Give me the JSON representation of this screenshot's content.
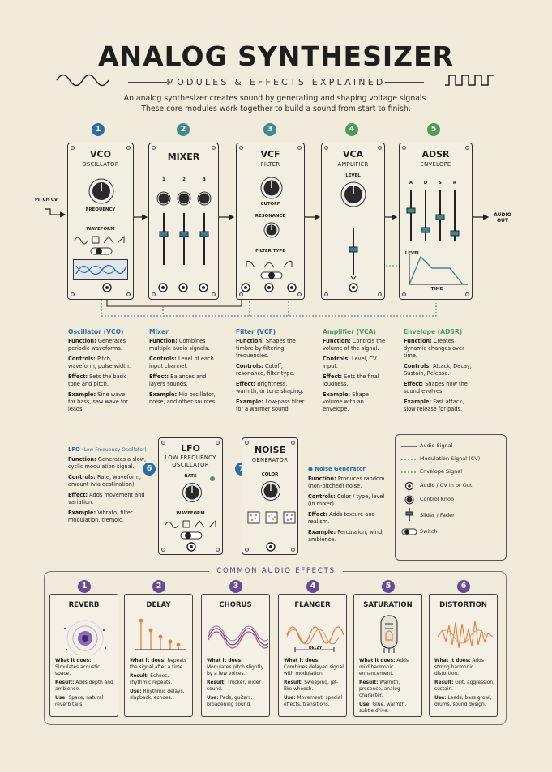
{
  "header": {
    "title": "ANALOG SYNTHESIZER",
    "subtitle": "MODULES & EFFECTS EXPLAINED",
    "intro_line1": "An analog synthesizer creates sound by generating and shaping voltage signals.",
    "intro_line2": "These core modules work together to build a sound from start to finish."
  },
  "colors": {
    "blue": "#2b6ea3",
    "teal": "#3d8a8f",
    "green": "#4f9a57",
    "purple": "#6a4a96",
    "orange": "#e0813c"
  },
  "modules": {
    "vco": {
      "num": "1",
      "name": "VCO",
      "sub": "OSCILLATOR",
      "knob": "FREQUENCY",
      "waveform": "WAVEFORM"
    },
    "mixer": {
      "num": "2",
      "name": "MIXER",
      "ch1": "1",
      "ch2": "2",
      "ch3": "3"
    },
    "vcf": {
      "num": "3",
      "name": "VCF",
      "sub": "FILTER",
      "knob1": "CUTOFF",
      "knob2": "RESONANCE",
      "ftype": "FILTER TYPE"
    },
    "vca": {
      "num": "4",
      "name": "VCA",
      "sub": "AMPLIFIER",
      "knob": "LEVEL"
    },
    "adsr": {
      "num": "5",
      "name": "ADSR",
      "sub": "ENVELOPE",
      "a": "A",
      "d": "D",
      "s": "S",
      "r": "R",
      "level": "LEVEL",
      "time": "TIME"
    }
  },
  "io": {
    "pitch_cv": "PITCH CV",
    "audio_out_1": "AUDIO",
    "audio_out_2": "OUT"
  },
  "descriptions": [
    {
      "title": "Oscillator (VCO)",
      "function": "Generates periodic waveforms.",
      "controls": "Pitch, waveform, pulse width.",
      "effect": "Sets the basic tone and pitch.",
      "example": "Sine wave for bass, saw wave for leads."
    },
    {
      "title": "Mixer",
      "function": "Combines multiple audio signals.",
      "controls": "Level of each input channel.",
      "effect": "Balances and layers sounds.",
      "example": "Mix oscillator, noise, and other sources."
    },
    {
      "title": "Filter (VCF)",
      "function": "Shapes the timbre by filtering frequencies.",
      "controls": "Cutoff, resonance, filter type.",
      "effect": "Brightness, warmth, or tone shaping.",
      "example": "Low-pass filter for a warmer sound."
    },
    {
      "title": "Amplifier (VCA)",
      "function": "Controls the volume of the signal.",
      "controls": "Level, CV input.",
      "effect": "Sets the final loudness.",
      "example": "Shape volume with an envelope."
    },
    {
      "title": "Envelope (ADSR)",
      "function": "Creates dynamic changes over time.",
      "controls": "Attack, Decay, Sustain, Release.",
      "effect": "Shapes how the sound evolves.",
      "example": "Fast attack, slow release for pads."
    }
  ],
  "labels": {
    "function": "Function:",
    "controls": "Controls:",
    "effect": "Effect:",
    "example": "Example:"
  },
  "lfo": {
    "num": "6",
    "name": "LFO",
    "sub1": "LOW FREQUENCY",
    "sub2": "OSCILLATOR",
    "knob": "RATE",
    "waveform": "WAVEFORM",
    "desc_title": "LFO",
    "desc_title_sub": "(Low Frequency Oscillator)",
    "function": "Generates a slow, cyclic modulation signal.",
    "controls": "Rate, waveform, amount (via destination).",
    "effect": "Adds movement and variation.",
    "example": "Vibrato, filter modulation, tremolo."
  },
  "noise": {
    "num": "7",
    "name": "NOISE",
    "sub": "GENERATOR",
    "knob": "COLOR",
    "desc_title": "Noise Generator",
    "function": "Produces random (non-pitched) noise.",
    "controls": "Color / type, level (in mixer).",
    "effect": "Adds texture and realism.",
    "example": "Percussion, wind, ambience."
  },
  "legend": [
    "Audio Signal",
    "Modulation Signal (CV)",
    "Envelope Signal",
    "Audio / CV In or Out",
    "Control Knob",
    "Slider / Fader",
    "Switch"
  ],
  "effects_title": "COMMON AUDIO EFFECTS",
  "effect_labels": {
    "what": "What it does:",
    "result": "Result:",
    "use": "Use:",
    "delay_axis": "DELAY"
  },
  "effects": [
    {
      "num": "1",
      "name": "REVERB",
      "what": "Simulates acoustic space.",
      "result": "Adds depth and ambience.",
      "use": "Space, natural reverb tails."
    },
    {
      "num": "2",
      "name": "DELAY",
      "what": "Repeats the signal after a time.",
      "result": "Echoes, rhythmic repeats.",
      "use": "Rhythmic delays, slapback, echoes."
    },
    {
      "num": "3",
      "name": "CHORUS",
      "what": "Modulates pitch slightly by a few voices.",
      "result": "Thicker, wider sound.",
      "use": "Pads, guitars, broadening sound."
    },
    {
      "num": "4",
      "name": "FLANGER",
      "what": "Combines delayed signal with modulation.",
      "result": "Sweeping, jet-like whoosh.",
      "use": "Movement, special effects, transitions."
    },
    {
      "num": "5",
      "name": "SATURATION",
      "what": "Adds mild harmonic enhancement.",
      "result": "Warmth, presence, analog character.",
      "use": "Glue, warmth, subtle drive."
    },
    {
      "num": "6",
      "name": "DISTORTION",
      "what": "Adds strong harmonic distortion.",
      "result": "Grit, aggression, sustain.",
      "use": "Leads, bass growl, drums, sound design."
    }
  ]
}
